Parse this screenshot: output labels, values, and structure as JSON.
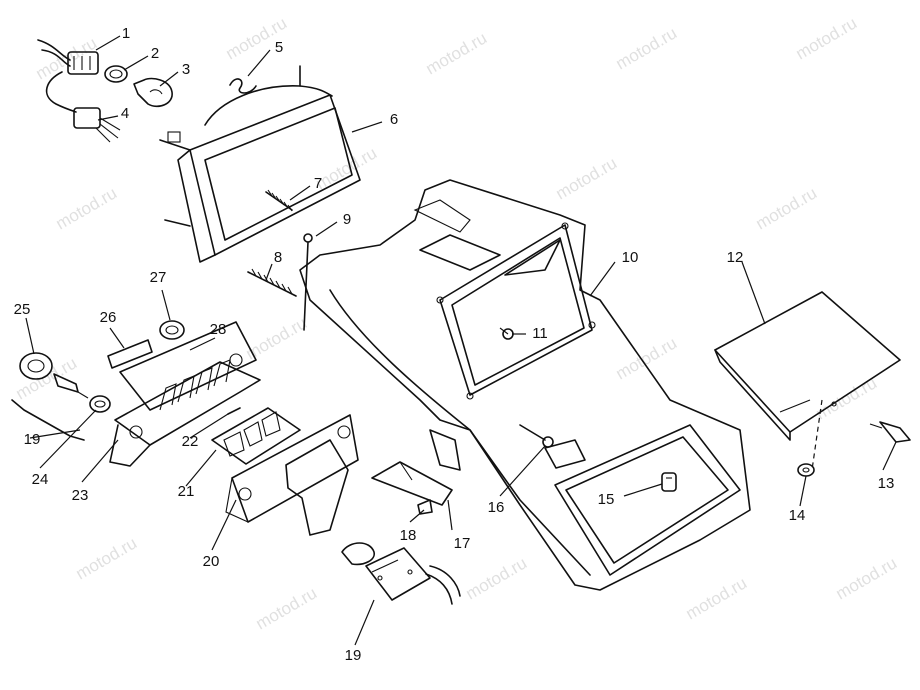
{
  "watermark": "motod.ru",
  "callouts": {
    "c1": "1",
    "c2": "2",
    "c3": "3",
    "c4": "4",
    "c5": "5",
    "c6": "6",
    "c7": "7",
    "c8": "8",
    "c9": "9",
    "c10": "10",
    "c11": "11",
    "c12": "12",
    "c13": "13",
    "c14": "14",
    "c15": "15",
    "c16": "16",
    "c17": "17",
    "c18": "18",
    "c19a": "19",
    "c19b": "19",
    "c20": "20",
    "c21": "21",
    "c22": "22",
    "c23": "23",
    "c24": "24",
    "c25": "25",
    "c26": "26",
    "c27": "27",
    "c28": "28"
  }
}
